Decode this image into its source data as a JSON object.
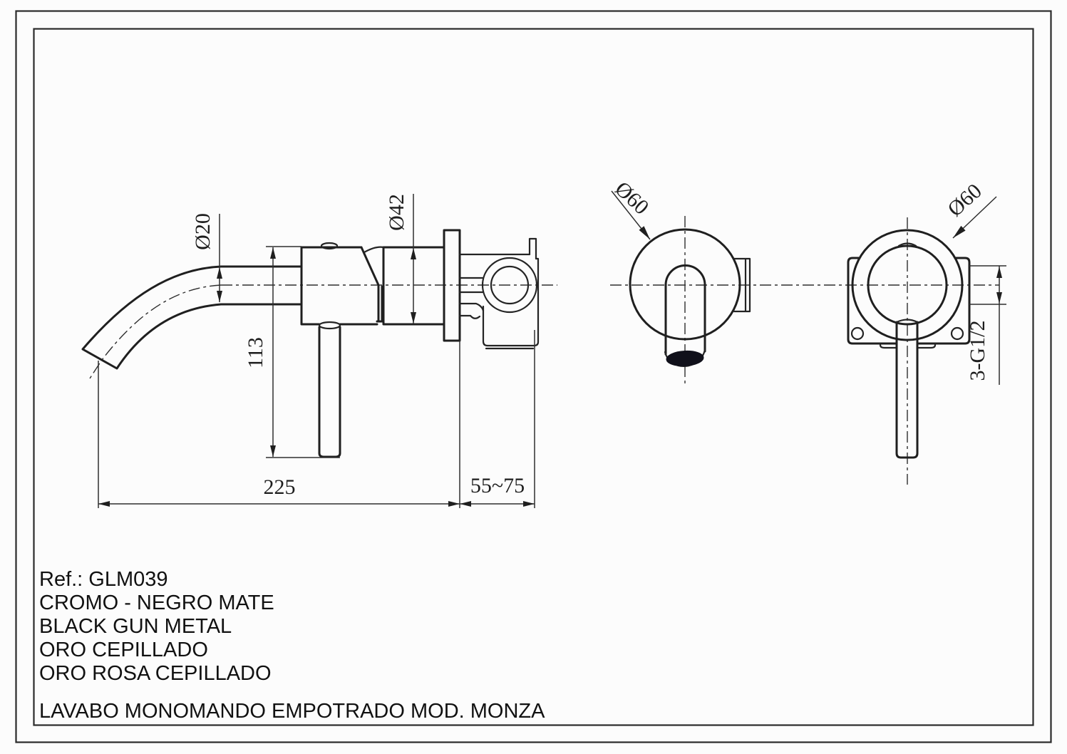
{
  "drawing": {
    "dimensions": {
      "spout_tube_diameter": "Ø20",
      "body_diameter": "Ø42",
      "handle_drop": "113",
      "spout_reach": "225",
      "wall_depth_range": "55~75",
      "spout_escutcheon_diameter": "Ø60",
      "mixer_escutcheon_diameter": "Ø60",
      "connection_thread": "3-G1/2"
    },
    "title_block": {
      "ref": "Ref.: GLM039",
      "finishes": [
        "CROMO - NEGRO MATE",
        "BLACK GUN METAL",
        "ORO CEPILLADO",
        "ORO ROSA CEPILLADO"
      ],
      "product_title": "LAVABO MONOMANDO EMPOTRADO MOD. MONZA"
    },
    "colors": {
      "line": "#1f1f1f",
      "background": "#fcfcfc",
      "spout_bore_fill": "#10101a"
    }
  }
}
